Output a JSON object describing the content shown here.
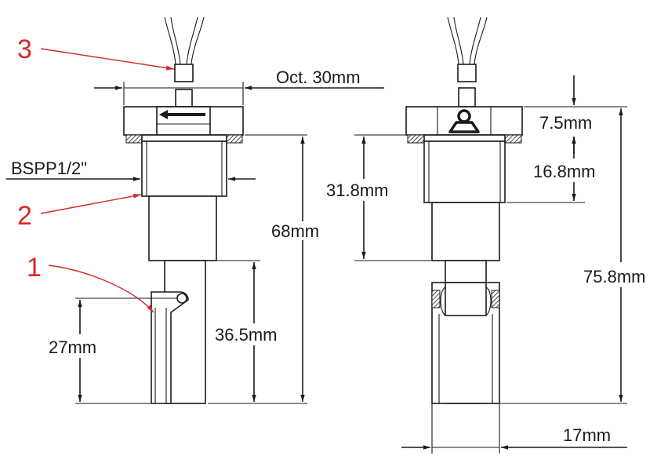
{
  "callouts": [
    "3",
    "2",
    "1"
  ],
  "dimensions": {
    "hex_width": "Oct. 30mm",
    "thread": "BSPP1/2\"",
    "total_height_left": "68mm",
    "stem_height": "36.5mm",
    "float_height": "27mm",
    "head_height": "7.5mm",
    "thread_length": "16.8mm",
    "body_height": "31.8mm",
    "total_height_right": "75.8mm",
    "float_width": "17mm"
  },
  "colors": {
    "line": "#1a1a1a",
    "callout": "#d42a2a"
  },
  "icons": [
    "direction-arrow-icon",
    "magnet-symbol-icon"
  ]
}
